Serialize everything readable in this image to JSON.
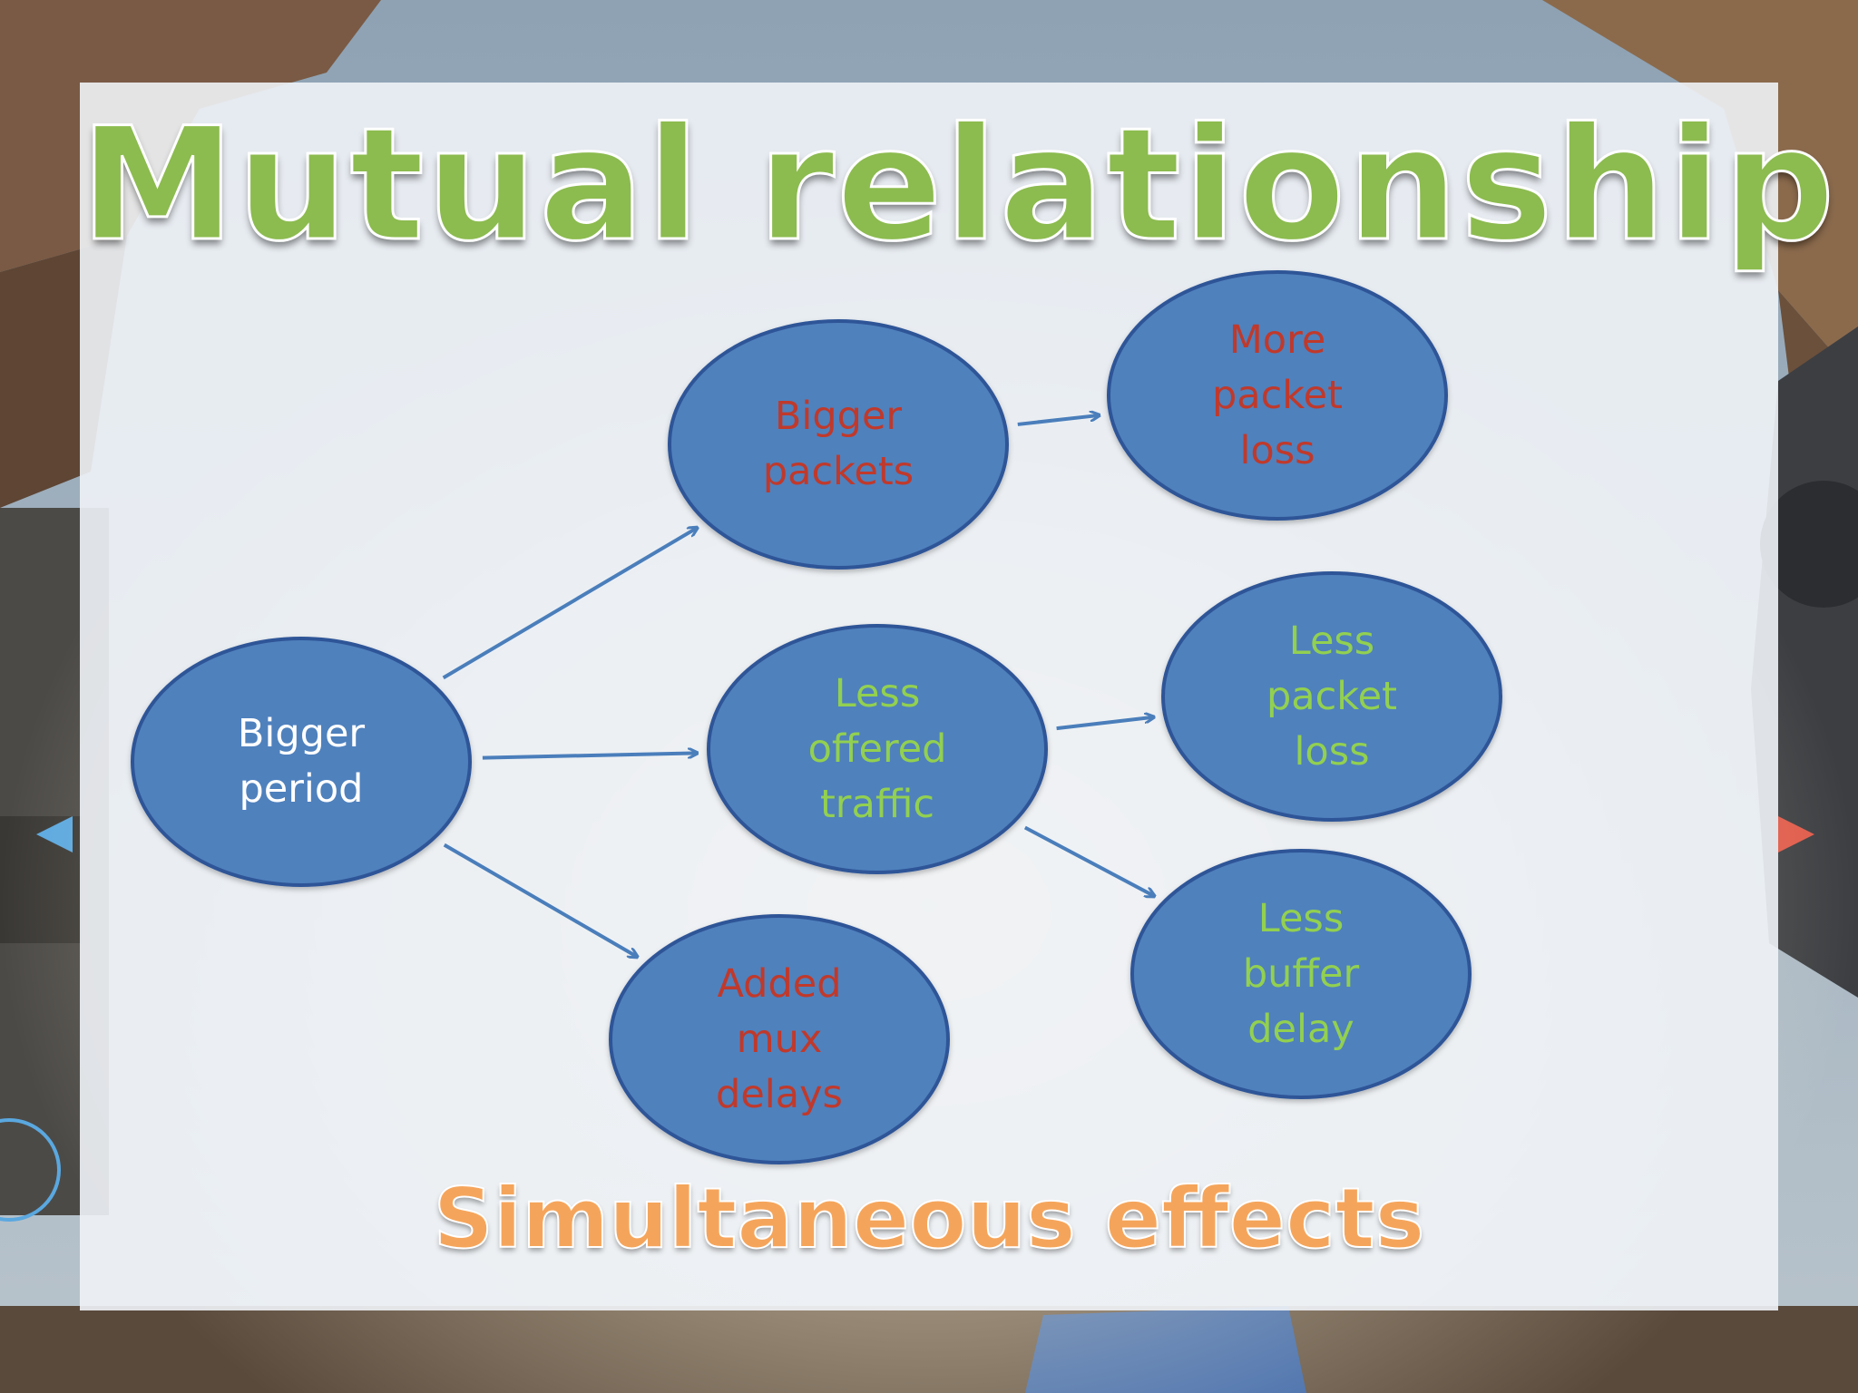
{
  "title": "Mutual relationship",
  "subtitle": "Simultaneous effects",
  "colors": {
    "node_fill": "#4f81bd",
    "node_stroke": "#2f5597",
    "arrow": "#4a7ebb",
    "title_green": "#8cbb4f",
    "subtitle_orange": "#f5a55b",
    "text_red": "#c0392b",
    "text_green": "#92d050",
    "text_white": "#ffffff"
  },
  "nodes": {
    "bigger_period": {
      "text": "Bigger\nperiod",
      "text_color": "white"
    },
    "bigger_packets": {
      "text": "Bigger\npackets",
      "text_color": "red"
    },
    "more_packet_loss": {
      "text": "More\npacket\nloss",
      "text_color": "red"
    },
    "less_offered_traffic": {
      "text": "Less\noffered\ntraffic",
      "text_color": "green"
    },
    "less_packet_loss": {
      "text": "Less\npacket\nloss",
      "text_color": "green"
    },
    "added_mux_delays": {
      "text": "Added\nmux\ndelays",
      "text_color": "red"
    },
    "less_buffer_delay": {
      "text": "Less\nbuffer\ndelay",
      "text_color": "green"
    }
  },
  "edges": [
    {
      "from": "bigger_period",
      "to": "bigger_packets"
    },
    {
      "from": "bigger_period",
      "to": "less_offered_traffic"
    },
    {
      "from": "bigger_period",
      "to": "added_mux_delays"
    },
    {
      "from": "bigger_packets",
      "to": "more_packet_loss"
    },
    {
      "from": "less_offered_traffic",
      "to": "less_packet_loss"
    },
    {
      "from": "less_offered_traffic",
      "to": "less_buffer_delay"
    }
  ]
}
